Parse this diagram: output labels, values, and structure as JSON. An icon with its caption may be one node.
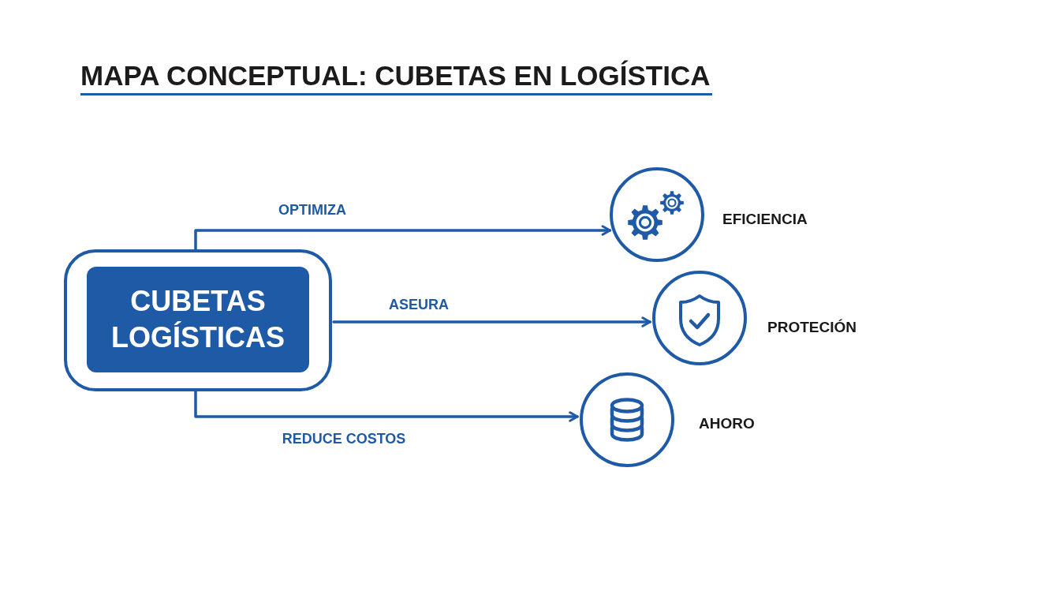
{
  "diagram": {
    "title": "MAPA CONCEPTUAL: CUBETAS EN LOGÍSTICA",
    "nodes": [
      {
        "text": [],
        "shape": "box"
      },
      {
        "text": [
          "CUBETAS LOGÍSTICAS"
        ],
        "in": 0
      },
      {
        "text": [],
        "shape": "circle",
        "beside": [
          "EFICIENCIA"
        ]
      },
      {
        "text": [],
        "shape": "circle",
        "beside": [
          "PROTECIÓN"
        ]
      },
      {
        "text": [],
        "shape": "circle",
        "beside": [
          "AHORO"
        ]
      }
    ],
    "edges": [
      {
        "from": 0,
        "to": 2,
        "arrow": "to",
        "label": "OPTIMIZA"
      },
      {
        "from": 0,
        "to": 3,
        "arrow": "to",
        "label": "ASEURA"
      },
      {
        "from": 0,
        "to": 4,
        "arrow": "to",
        "label": "REDUCE COSTOS"
      }
    ]
  }
}
